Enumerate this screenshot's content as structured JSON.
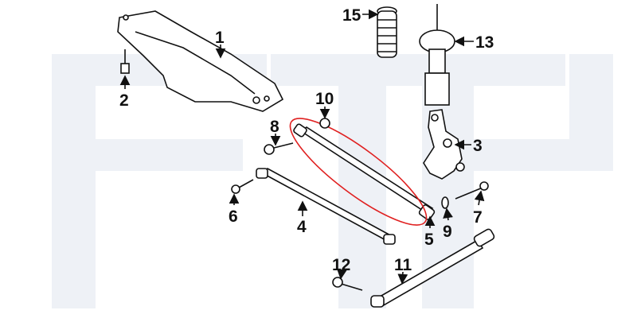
{
  "diagram": {
    "title": "Rear suspension parts diagram",
    "highlight_color": "#e02020",
    "highlighted_part": "5",
    "callouts": [
      {
        "id": "1",
        "label": "1"
      },
      {
        "id": "2",
        "label": "2"
      },
      {
        "id": "3",
        "label": "3"
      },
      {
        "id": "4",
        "label": "4"
      },
      {
        "id": "5",
        "label": "5"
      },
      {
        "id": "6",
        "label": "6"
      },
      {
        "id": "7",
        "label": "7"
      },
      {
        "id": "8",
        "label": "8"
      },
      {
        "id": "9",
        "label": "9"
      },
      {
        "id": "10",
        "label": "10"
      },
      {
        "id": "11",
        "label": "11"
      },
      {
        "id": "12",
        "label": "12"
      },
      {
        "id": "13",
        "label": "13"
      },
      {
        "id": "15",
        "label": "15"
      }
    ]
  }
}
